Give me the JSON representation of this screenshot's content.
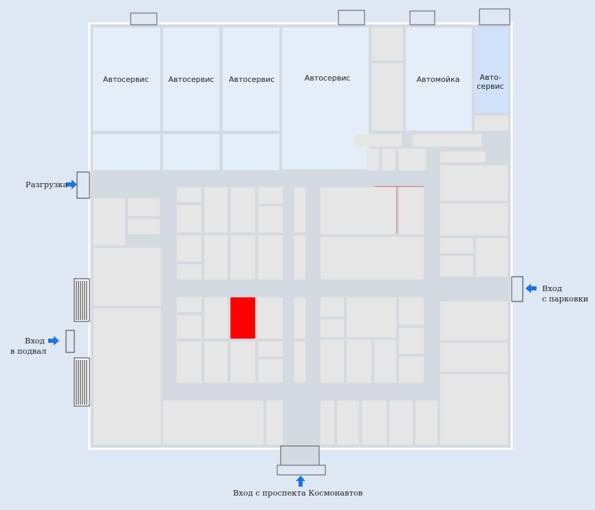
{
  "colors": {
    "background": "#dde8f4",
    "corridor": "#d4dae1",
    "room": "#e6e6e6",
    "service": "#e4eef8",
    "service_highlight": "#cfe2fa",
    "selected": "#ff0000",
    "arrow": "#1a73e8",
    "wall": "#ffffff"
  },
  "labels": {
    "autoservice_1": "Автосервис",
    "autoservice_2": "Автосервис",
    "autoservice_3": "Автосервис",
    "autoservice_4": "Автосервис",
    "carwash": "Автомойка",
    "autoservice_small_1": "Авто-",
    "autoservice_small_2": "сервис",
    "unloading": "Разгрузка",
    "parking_1": "Вход",
    "parking_2": "с парковки",
    "basement_1": "Вход",
    "basement_2": "в подвал",
    "main_entrance": "Вход с проспекта Космонавтов"
  },
  "icons": [
    "arrow-right-icon",
    "arrow-left-icon",
    "arrow-up-icon",
    "door-icon",
    "stairs-icon"
  ]
}
